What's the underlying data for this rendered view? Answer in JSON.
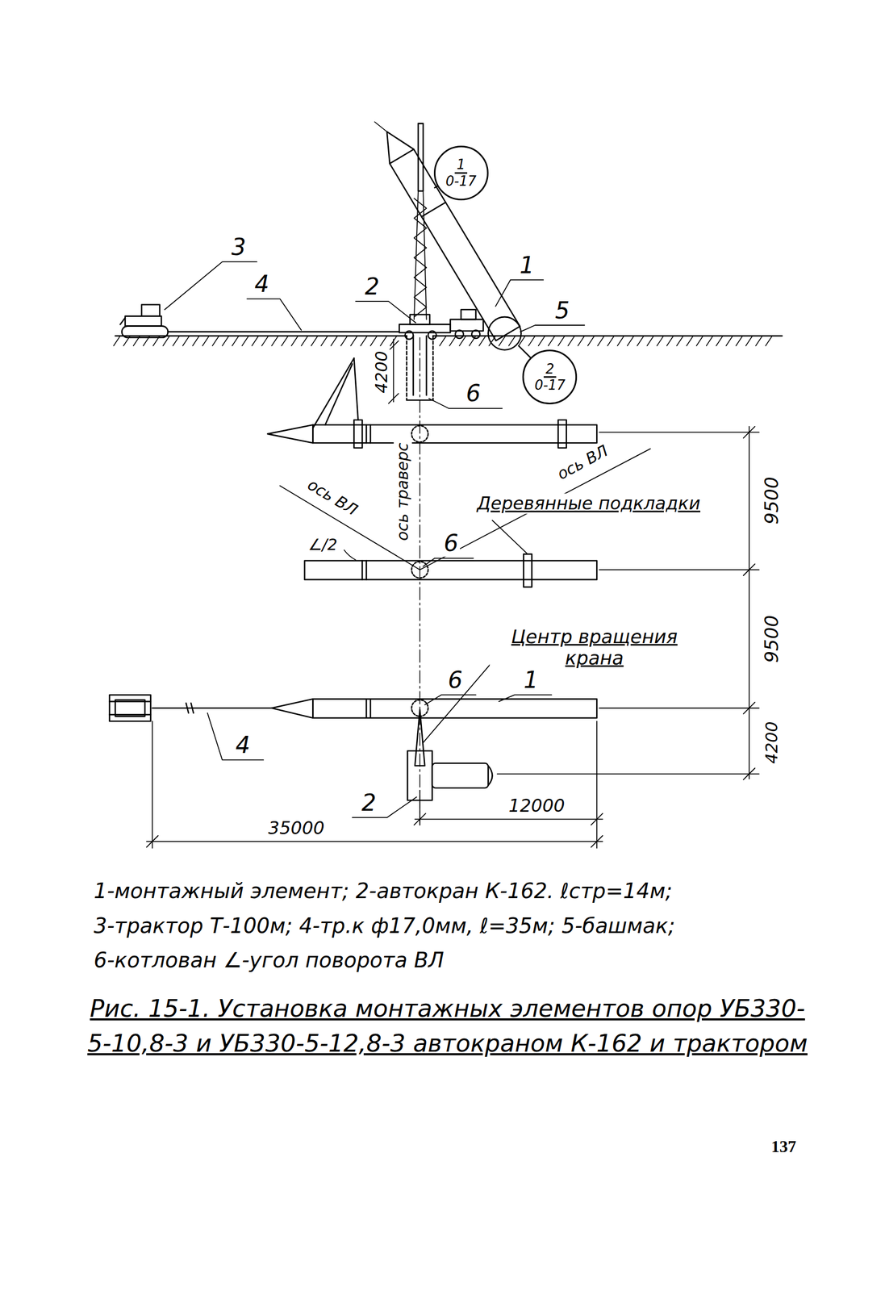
{
  "diagram": {
    "caption": "Рис. 15-1. Установка монтажных элементов опор УБ330-5-10,8-3 и УБ330-5-12,8-3 автокраном К-162 и трактором",
    "nodes": [
      {
        "text": [
          "1",
          "0-17"
        ]
      },
      {
        "text": [
          "2",
          "0-17"
        ]
      }
    ],
    "labels": [
      "3",
      "4",
      "2",
      "1",
      "5",
      "4200",
      "6",
      "9500",
      "ось ВЛ",
      "ось траверс",
      "ось ВЛ",
      "Деревянные подкладки",
      "∠/2",
      "6",
      "9500",
      "Центр вращения крана",
      "6",
      "1",
      "4200",
      "4",
      "2",
      "12000",
      "35000",
      "1-монтажный элемент; 2-автокран К-162. ℓстр=14м;",
      "3-трактор Т-100м; 4-тр.к ф17,0мм, ℓ=35м; 5-башмак;",
      "6-котлован ∠-угол поворота ВЛ",
      "137"
    ]
  }
}
